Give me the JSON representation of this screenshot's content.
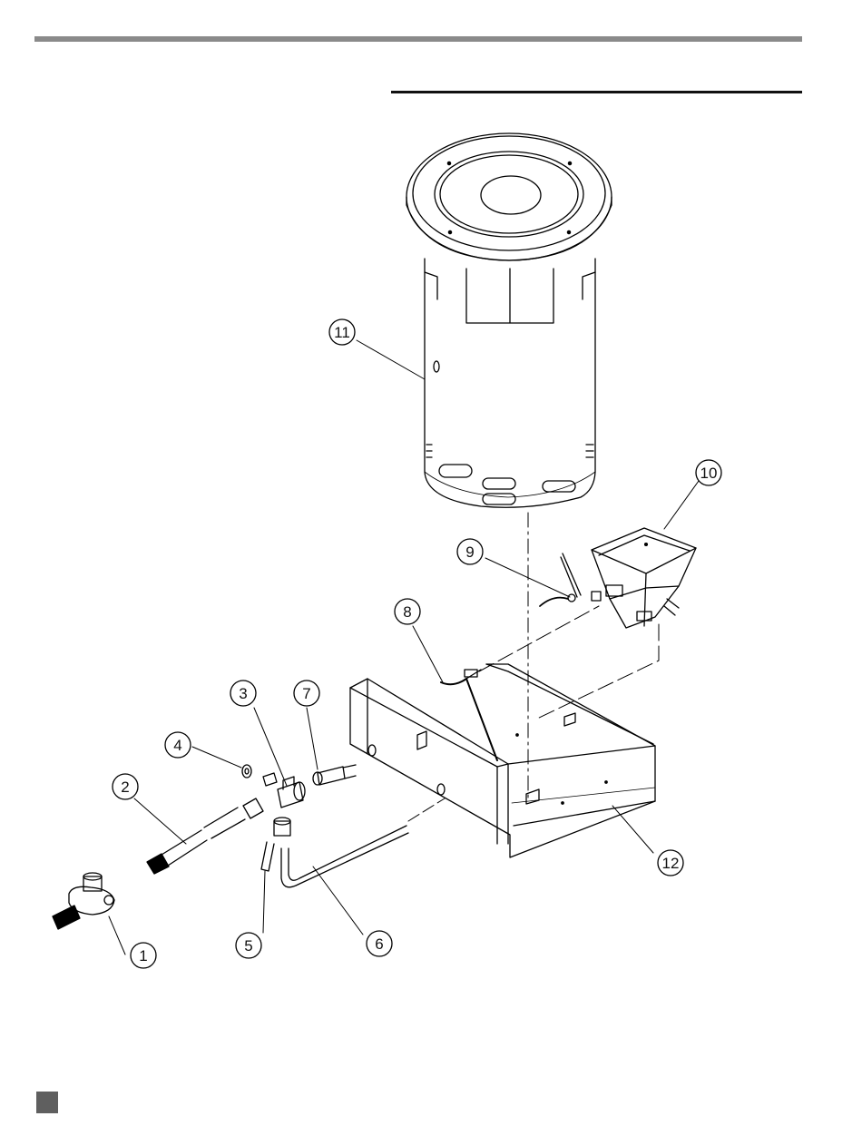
{
  "callouts": [
    {
      "id": "1",
      "label": "1"
    },
    {
      "id": "2",
      "label": "2"
    },
    {
      "id": "3",
      "label": "3"
    },
    {
      "id": "4",
      "label": "4"
    },
    {
      "id": "5",
      "label": "5"
    },
    {
      "id": "6",
      "label": "6"
    },
    {
      "id": "7",
      "label": "7"
    },
    {
      "id": "8",
      "label": "8"
    },
    {
      "id": "9",
      "label": "9"
    },
    {
      "id": "10",
      "label": "10"
    },
    {
      "id": "11",
      "label": "11"
    },
    {
      "id": "12",
      "label": "12"
    }
  ],
  "colors": {
    "header_bar": "#8a8a8a",
    "rule": "#111111",
    "page_marker": "#5f5f5f",
    "line_art": "#000000"
  }
}
